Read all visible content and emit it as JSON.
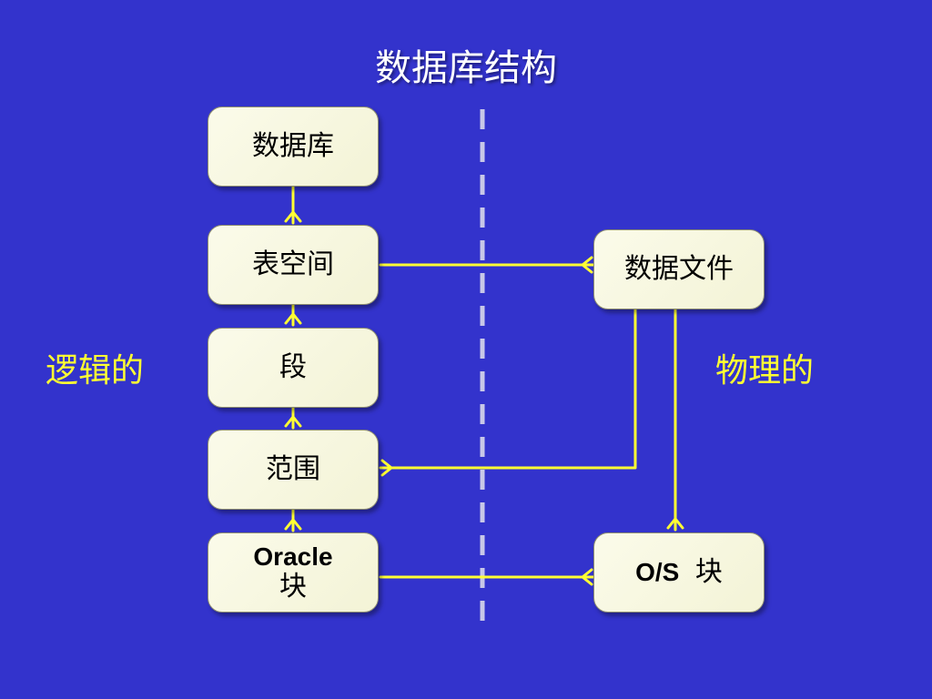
{
  "title": "数据库结构",
  "labels": {
    "logical": "逻辑的",
    "physical": "物理的"
  },
  "nodes": {
    "database": "数据库",
    "tablespace": "表空间",
    "segment": "段",
    "extent": "范围",
    "oracle_block": {
      "line1": "Oracle",
      "line2": "块"
    },
    "datafile": "数据文件",
    "os_block": {
      "latin": "O/S",
      "cjk": "块"
    }
  },
  "colors": {
    "background": "#3333cc",
    "connector": "#ffff33",
    "divider": "#c8c8e8",
    "node_fill": "#f7f7e0",
    "label": "#ffff33"
  }
}
